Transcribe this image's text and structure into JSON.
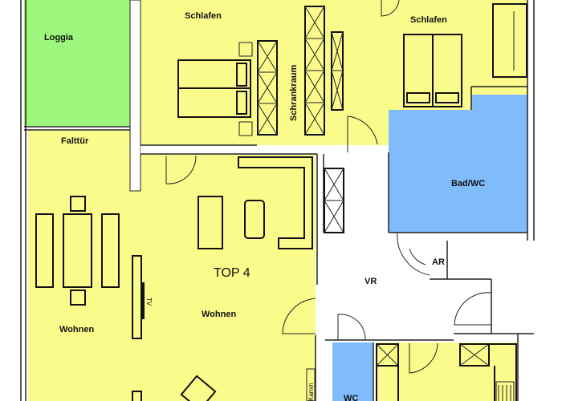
{
  "plan": {
    "unit_label": "TOP 4",
    "rooms": {
      "loggia": "Loggia",
      "schlafen_1": "Schlafen",
      "schlafen_2": "Schlafen",
      "schrankraum": "Schrankraum",
      "bad_wc": "Bad/WC",
      "ar": "AR",
      "vr": "VR",
      "wohnen_1": "Wohnen",
      "wohnen_2": "Wohnen",
      "wc": "WC"
    },
    "labels": {
      "falttuer": "Falttür",
      "tv": "TV",
      "kamin": "Kamin"
    },
    "colors": {
      "living": "#fbfb8c",
      "loggia": "#9cf77c",
      "wet": "#80bcfb",
      "hall": "#ffffff"
    }
  }
}
